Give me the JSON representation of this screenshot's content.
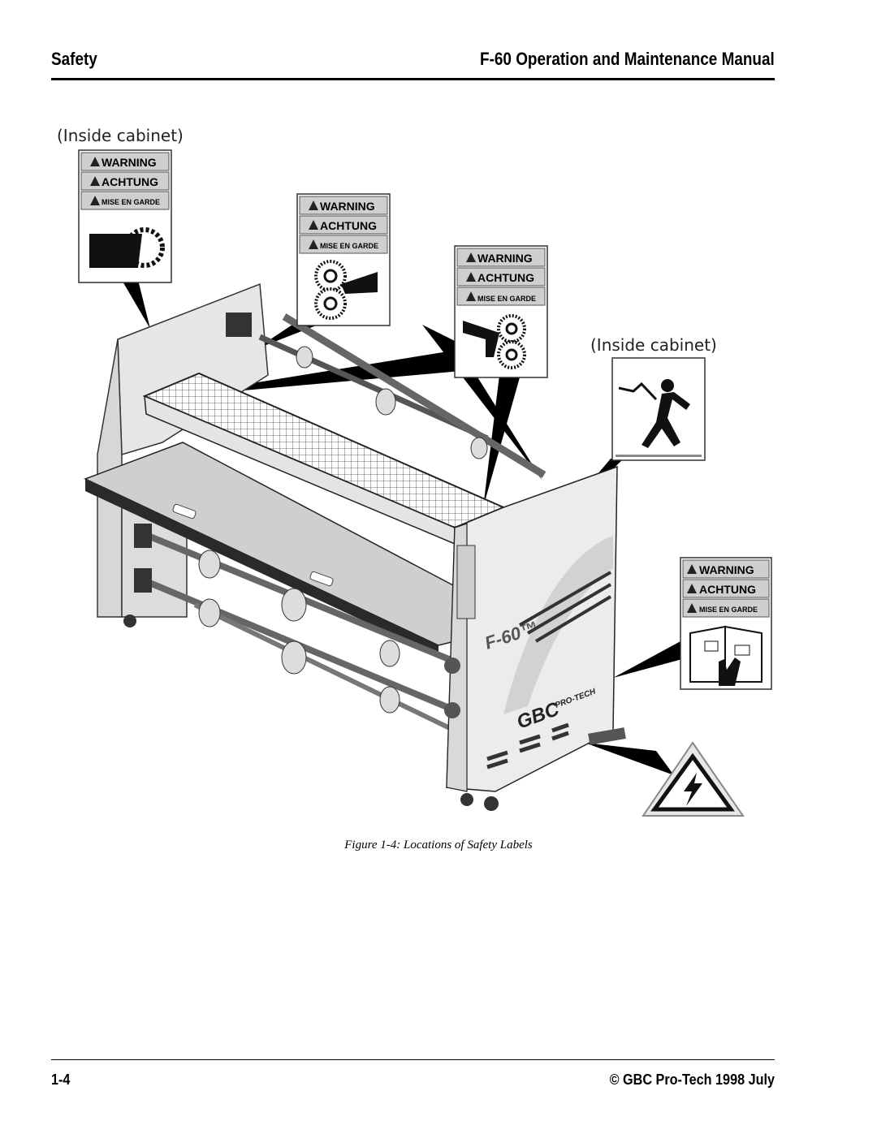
{
  "header": {
    "section": "Safety",
    "manual_title": "F-60 Operation and Maintenance Manual"
  },
  "figure": {
    "callout_left": "(Inside cabinet)",
    "callout_right": "(Inside cabinet)",
    "label_lines": [
      "WARNING",
      "ACHTUNG",
      "MISE EN GARDE"
    ],
    "machine_model": "F-60™",
    "brand": "GBC",
    "brand_sub": "PRO-TECH",
    "caption": "Figure 1-4: Locations of Safety Labels"
  },
  "footer": {
    "page_number": "1-4",
    "copyright": "© GBC Pro-Tech 1998 July"
  },
  "colors": {
    "label_band": "#cfcfcf",
    "machine_body": "#e9e9e9",
    "machine_dark": "#2a2a2a"
  }
}
